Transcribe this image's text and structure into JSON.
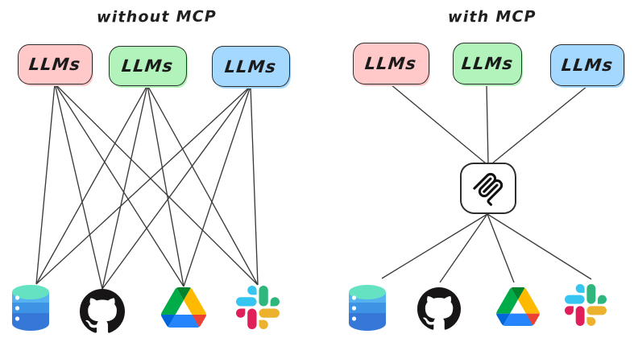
{
  "left_panel": {
    "title": "without MCP",
    "llm_boxes": [
      {
        "label": "LLMs",
        "color": "#ffc9c9"
      },
      {
        "label": "LLMs",
        "color": "#b2f2bb"
      },
      {
        "label": "LLMs",
        "color": "#a5d8ff"
      }
    ],
    "services": [
      {
        "name": "database"
      },
      {
        "name": "github"
      },
      {
        "name": "google-drive"
      },
      {
        "name": "slack"
      }
    ],
    "topology": "mesh: each of 3 LLMs connects directly to each of 4 services (12 lines)"
  },
  "right_panel": {
    "title": "with MCP",
    "llm_boxes": [
      {
        "label": "LLMs",
        "color": "#ffc9c9"
      },
      {
        "label": "LLMs",
        "color": "#b2f2bb"
      },
      {
        "label": "LLMs",
        "color": "#a5d8ff"
      }
    ],
    "hub": {
      "name": "MCP",
      "icon": "mcp-icon"
    },
    "services": [
      {
        "name": "database"
      },
      {
        "name": "github"
      },
      {
        "name": "google-drive"
      },
      {
        "name": "slack"
      }
    ],
    "topology": "hub-and-spoke: each LLM connects to the MCP hub; the hub connects to every service"
  },
  "colors": {
    "llm_pink": "#ffc9c9",
    "llm_green": "#b2f2bb",
    "llm_blue": "#a5d8ff",
    "ink": "#101010",
    "edge_line": "#3b3b3b",
    "db_top": "#65e2c2",
    "db_band1": "#55b2ef",
    "db_band2": "#3e94e4",
    "db_band3": "#3678d8",
    "db_dot": "#ffffff",
    "github_black": "#171515",
    "drive_blue": "#2684fc",
    "drive_darkblue": "#0066da",
    "drive_green": "#00ac47",
    "drive_darkgreen": "#00832d",
    "drive_yellow": "#ffba00",
    "drive_red": "#ea4335",
    "slack_blue": "#36c5f0",
    "slack_green": "#2eb67d",
    "slack_red": "#e01e5a",
    "slack_yellow": "#ecb22e"
  }
}
